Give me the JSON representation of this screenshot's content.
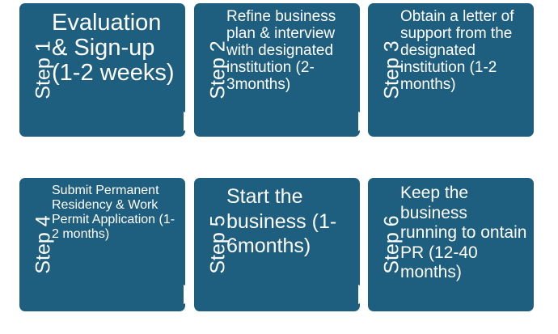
{
  "steps": [
    {
      "step_label": "Step 1",
      "text": "Evaluation & Sign-up (1-2 weeks)"
    },
    {
      "step_label": "Step 2",
      "text": "Refine business plan & interview with designated institution (2-3months)"
    },
    {
      "step_label": "Step 3",
      "text": "Obtain a letter of support from the designated institution (1-2 months)"
    },
    {
      "step_label": "Step 4",
      "text": "Submit Permanent Residency & Work Permit Application (1-2 months)"
    },
    {
      "step_label": "Step 5",
      "text": "Start the business (1-6months)"
    },
    {
      "step_label": "Step 6",
      "text": "Keep the business running to ontain PR (12-40 months)"
    }
  ],
  "colors": {
    "card_fill": "#1e5e7e",
    "text": "#ffffff",
    "arrow": "#ffffff",
    "background": "#ffffff"
  }
}
